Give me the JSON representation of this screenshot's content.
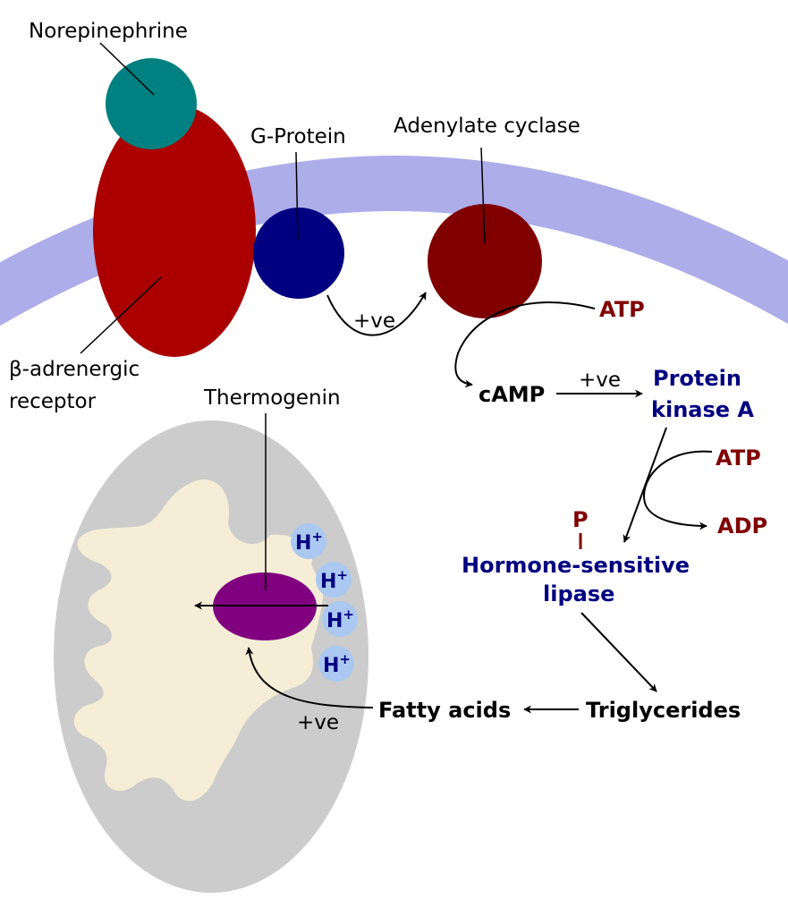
{
  "labels": {
    "norepinephrine": "Norepinephrine",
    "g_protein": "G-Protein",
    "adenylate_cyclase": "Adenylate cyclase",
    "receptor_line1": "β-adrenergic",
    "receptor_line2": "receptor",
    "thermogenin": "Thermogenin",
    "pos_effect_1": "+ve",
    "pos_effect_2": "+ve",
    "pos_effect_3": "+ve",
    "atp_1": "ATP",
    "atp_2": "ATP",
    "adp": "ADP",
    "camp": "cAMP",
    "pka_line1": "Protein",
    "pka_line2": "kinase A",
    "phosphate": "P",
    "hsl_line1": "Hormone-sensitive",
    "hsl_line2": "lipase",
    "triglycerides": "Triglycerides",
    "fatty_acids": "Fatty acids",
    "proton": "H",
    "proton_charge": "+"
  },
  "colors": {
    "membrane": "#adadea",
    "norepinephrine": "#008080",
    "receptor": "#aa0000",
    "g_protein": "#000080",
    "adenylate_cyclase": "#800000",
    "mitochondrion_outer": "#cccccc",
    "mitochondrion_inner": "#f5edd6",
    "thermogenin": "#800080",
    "proton_bg": "#aac8f0",
    "proton_text": "#000080",
    "enzyme_text": "#000080",
    "nucleotide_text": "#800000"
  }
}
